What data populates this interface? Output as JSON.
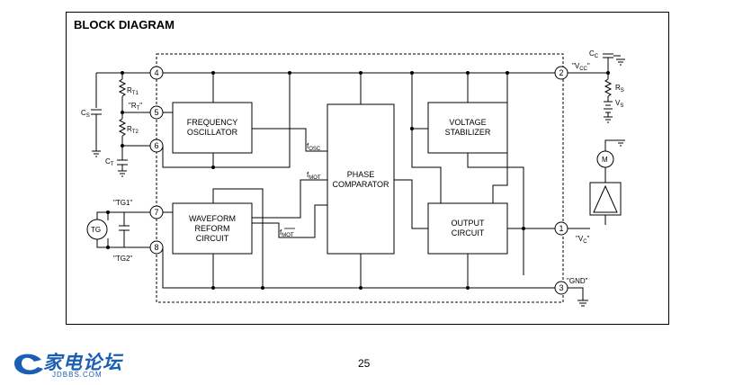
{
  "title": "BLOCK DIAGRAM",
  "page_number": "25",
  "logo": {
    "text": "家电论坛",
    "sub": "JDBBS.COM"
  },
  "blocks": {
    "freq_osc": [
      "FREQUENCY",
      "OSCILLATOR"
    ],
    "waveform": [
      "WAVEFORM",
      "REFORM",
      "CIRCUIT"
    ],
    "phase": [
      "PHASE",
      "COMPARATOR"
    ],
    "volt": [
      "VOLTAGE",
      "STABILIZER"
    ],
    "output": [
      "OUTPUT",
      "CIRCUIT"
    ]
  },
  "pins": [
    "4",
    "5",
    "6",
    "7",
    "8",
    "2",
    "1",
    "3"
  ],
  "labels": {
    "rt": "\"R",
    "rt_sub": "T",
    "rt_q": "\"",
    "rt1": "R",
    "rt1_sub": "T1",
    "rt2": "R",
    "rt2_sub": "T2",
    "cs": "C",
    "cs_sub": "S",
    "ct": "C",
    "ct_sub": "T",
    "tg1": "\"TG1\"",
    "tg2": "\"TG2\"",
    "tg": "TG",
    "vcc": "\"V",
    "vcc_sub": "CC",
    "vcc_q": "\"",
    "cc": "C",
    "cc_sub": "C",
    "rs": "R",
    "rs_sub": "S",
    "vs": "V",
    "vs_sub": "S",
    "m": "M",
    "vc": "\"V",
    "vc_sub": "C",
    "vc_q": "\"",
    "gnd": "\"GND\"",
    "fosc": "f",
    "fosc_sub": "OSC",
    "fmot": "f",
    "fmot_sub": "MOT",
    "fmotbar": "f",
    "fmotbar_sub": "MOT"
  }
}
